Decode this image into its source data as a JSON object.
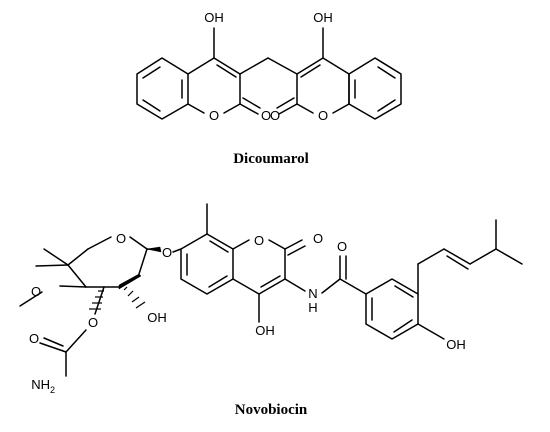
{
  "molecules": [
    {
      "name": "Dicoumarol",
      "atom_labels": [
        "OH",
        "OH",
        "O",
        "O",
        "O",
        "O"
      ]
    },
    {
      "name": "Novobiocin",
      "atom_labels": [
        "O",
        "O",
        "O",
        "O",
        "O",
        "OH",
        "O",
        "O",
        "N",
        "H",
        "O",
        "OH",
        "OH"
      ],
      "nh2_label": {
        "main": "NH",
        "subscript": "2"
      }
    }
  ]
}
